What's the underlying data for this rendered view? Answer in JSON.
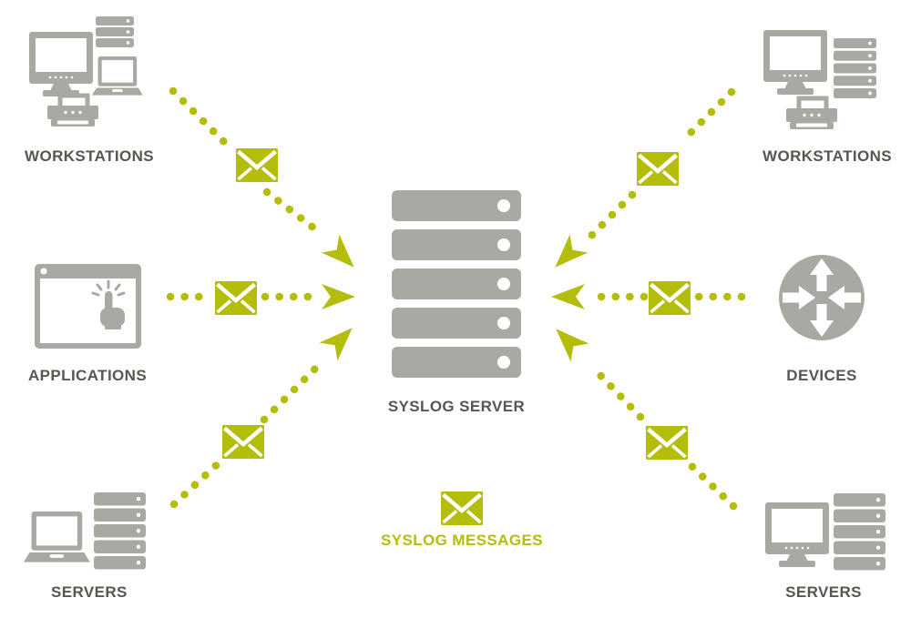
{
  "colors": {
    "accent": "#b4bd0a",
    "icon": "#a9a8a2",
    "label": "#57564f",
    "white": "#ffffff"
  },
  "nodes": [
    {
      "id": "workstations-left",
      "label": "WORKSTATIONS",
      "icon": "workstation-cluster-icon"
    },
    {
      "id": "applications",
      "label": "APPLICATIONS",
      "icon": "browser-click-icon"
    },
    {
      "id": "servers-left",
      "label": "SERVERS",
      "icon": "laptop-rack-icon"
    },
    {
      "id": "workstations-right",
      "label": "WORKSTATIONS",
      "icon": "desktop-rack-printer-icon"
    },
    {
      "id": "devices",
      "label": "DEVICES",
      "icon": "router-icon"
    },
    {
      "id": "servers-right",
      "label": "SERVERS",
      "icon": "desktop-rack-icon"
    }
  ],
  "center": {
    "label": "SYSLOG SERVER",
    "icon": "server-stack-icon",
    "units": 5
  },
  "legend": {
    "label": "SYSLOG MESSAGES",
    "icon": "envelope-icon"
  },
  "flows": [
    {
      "from": "workstations-left",
      "to": "syslog-server",
      "carries": "syslog message"
    },
    {
      "from": "applications",
      "to": "syslog-server",
      "carries": "syslog message"
    },
    {
      "from": "servers-left",
      "to": "syslog-server",
      "carries": "syslog message"
    },
    {
      "from": "workstations-right",
      "to": "syslog-server",
      "carries": "syslog message"
    },
    {
      "from": "devices",
      "to": "syslog-server",
      "carries": "syslog message"
    },
    {
      "from": "servers-right",
      "to": "syslog-server",
      "carries": "syslog message"
    }
  ]
}
